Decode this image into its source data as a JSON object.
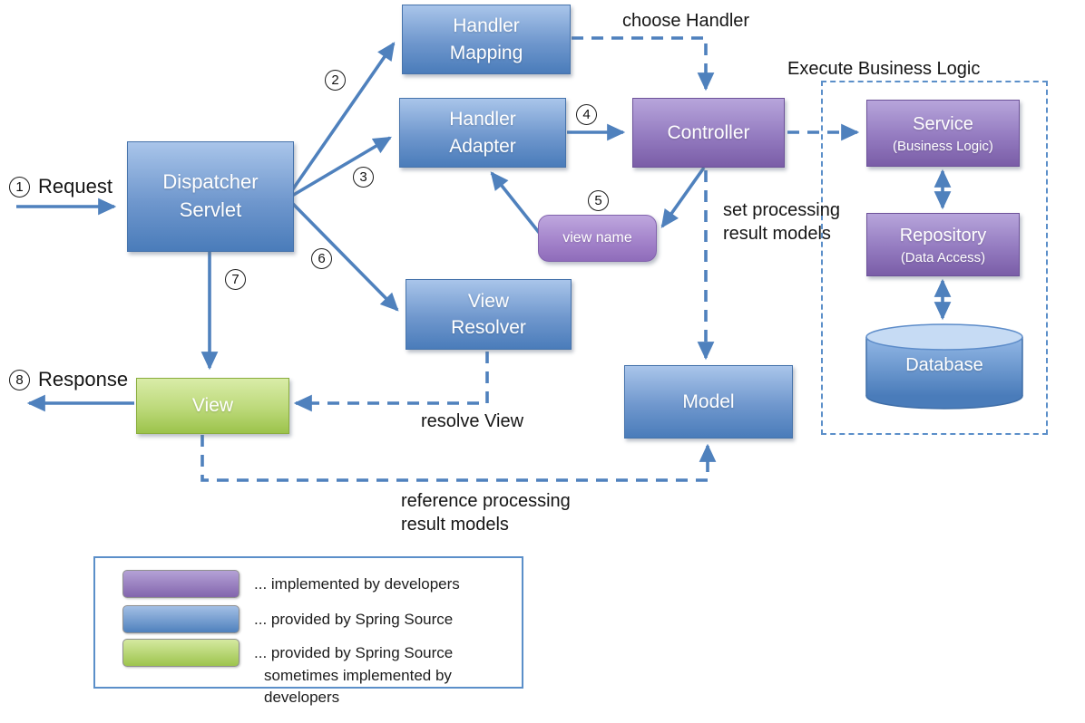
{
  "nodes": {
    "dispatcher": "Dispatcher\nServlet",
    "handler_mapping": "Handler\nMapping",
    "handler_adapter": "Handler\nAdapter",
    "controller": "Controller",
    "view_name": "view name",
    "view_resolver": "View\nResolver",
    "view": "View",
    "model": "Model",
    "service": {
      "title": "Service",
      "subtitle": "(Business Logic)"
    },
    "repository": {
      "title": "Repository",
      "subtitle": "(Data Access)"
    },
    "database": "Database"
  },
  "annotations": {
    "request_num": "1",
    "request_label": "Request",
    "response_num": "8",
    "response_label": "Response",
    "step2": "2",
    "step3": "3",
    "step4": "4",
    "step5": "5",
    "step6": "6",
    "step7": "7",
    "choose_handler": "choose Handler",
    "execute_business_logic": "Execute Business Logic",
    "set_processing": "set processing\nresult models",
    "resolve_view": "resolve View",
    "reference_processing": "reference processing\nresult models"
  },
  "legend": {
    "items": [
      {
        "color": "purple",
        "label": "... implemented by developers"
      },
      {
        "color": "blue",
        "label": "... provided by Spring Source"
      },
      {
        "color": "green",
        "label": "... provided by Spring Source",
        "label2": "sometimes implemented by developers"
      }
    ]
  },
  "colors": {
    "box_blue": "#4f81bd",
    "box_purple": "#8064a2",
    "box_green": "#9bbb59",
    "arrow": "#4f81bd"
  }
}
